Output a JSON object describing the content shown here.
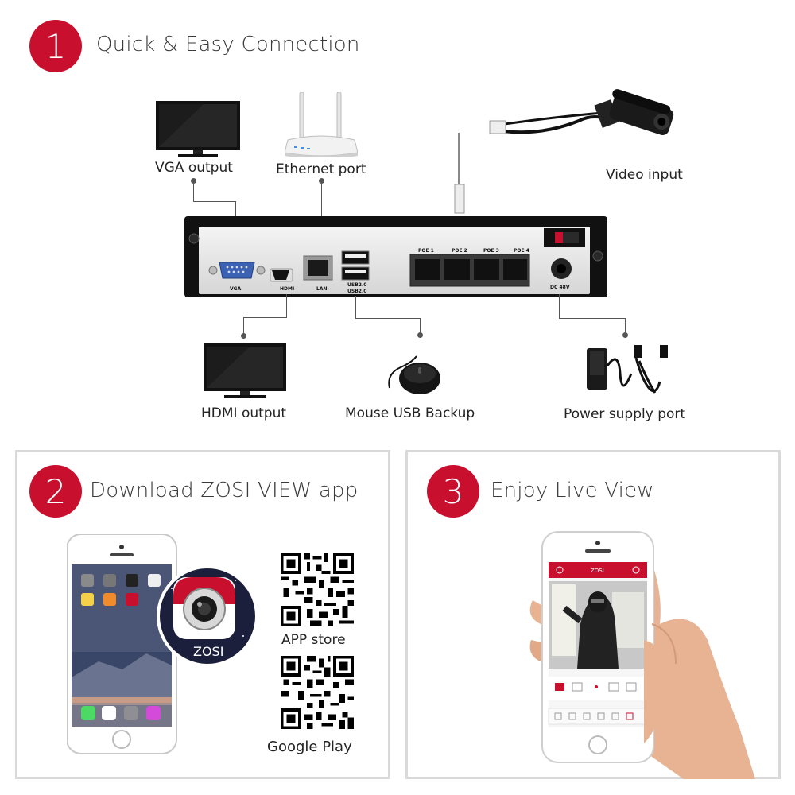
{
  "colors": {
    "accent": "#c8102e",
    "panel_border": "#d9d9d9"
  },
  "section1": {
    "number": "1",
    "title": "Quick & Easy Connection",
    "captions": {
      "vga": "VGA output",
      "ethernet": "Ethernet port",
      "video": "Video input",
      "hdmi": "HDMI output",
      "mouse": "Mouse USB Backup",
      "power": "Power supply port"
    },
    "nvr_labels": {
      "vga": "VGA",
      "hdmi": "HDMI",
      "lan": "LAN",
      "usb1": "USB2.0",
      "usb2": "USB2.0",
      "poe1": "POE 1",
      "poe2": "POE 2",
      "poe3": "POE 3",
      "poe4": "POE 4",
      "dc": "DC 48V"
    }
  },
  "section2": {
    "number": "2",
    "title": "Download ZOSI VIEW app",
    "app_name": "ZOSI",
    "app_store_label": "APP store",
    "google_play_label": "Google Play"
  },
  "section3": {
    "number": "3",
    "title": "Enjoy Live View",
    "app_header": "ZOSI"
  }
}
